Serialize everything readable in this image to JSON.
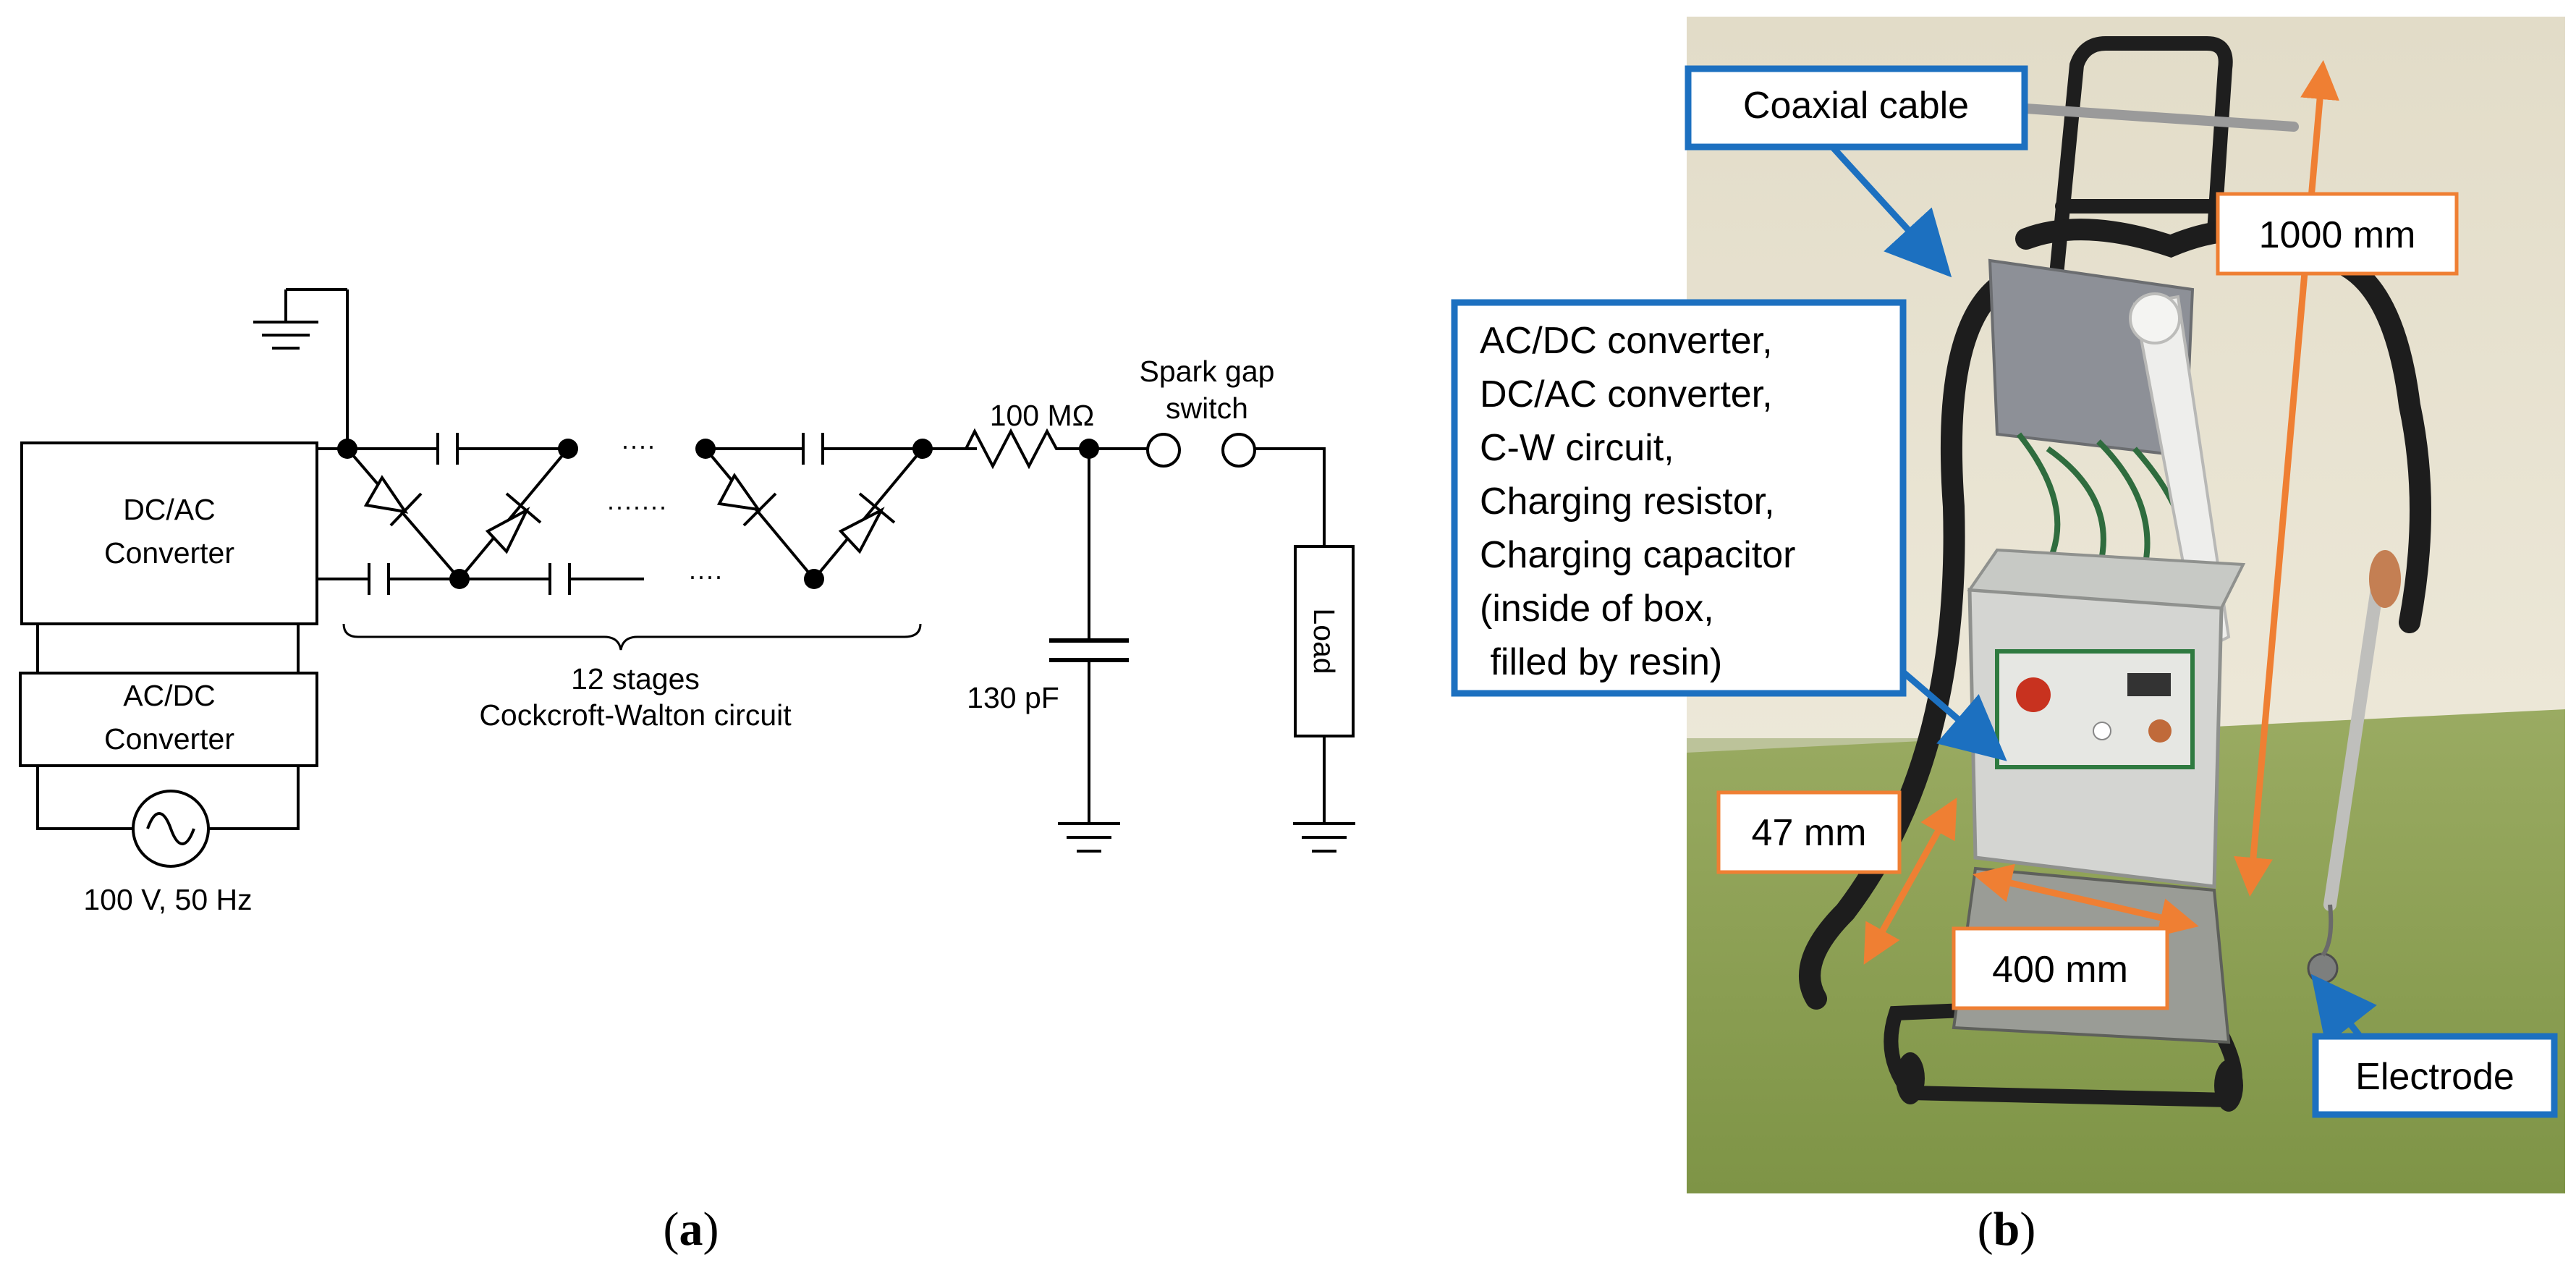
{
  "panel_a": {
    "blocks": {
      "dcac": [
        "DC/AC",
        "Converter"
      ],
      "acdc": [
        "AC/DC",
        "Converter"
      ],
      "load": "Load"
    },
    "source_label": "100 V, 50 Hz",
    "cw_caption": [
      "12 stages",
      "Cockcroft-Walton circuit"
    ],
    "resistor_label": "100 MΩ",
    "capacitor_label": "130 pF",
    "spark_gap_label": [
      "Spark gap",
      "switch"
    ],
    "ellipsis_short": "····",
    "ellipsis_long": "·······",
    "caption": [
      "(",
      "a",
      ")"
    ]
  },
  "panel_b": {
    "labels": {
      "coaxial": "Coaxial cable",
      "box_lines": [
        "AC/DC converter,",
        "DC/AC converter,",
        "C-W circuit,",
        "Charging resistor,",
        "Charging capacitor",
        "(inside of box,",
        " filled by resin)"
      ],
      "height": "1000 mm",
      "depth": "47 mm",
      "width": "400 mm",
      "electrode": "Electrode"
    },
    "caption": [
      "(",
      "b",
      ")"
    ]
  },
  "colors": {
    "label_border": "#1c70c0",
    "dimension_arrow": "#ef7f33",
    "dimension_border": "#ef7f33",
    "wire": "#000000",
    "wall": "#efe9d8",
    "floor": "#8aa052"
  }
}
